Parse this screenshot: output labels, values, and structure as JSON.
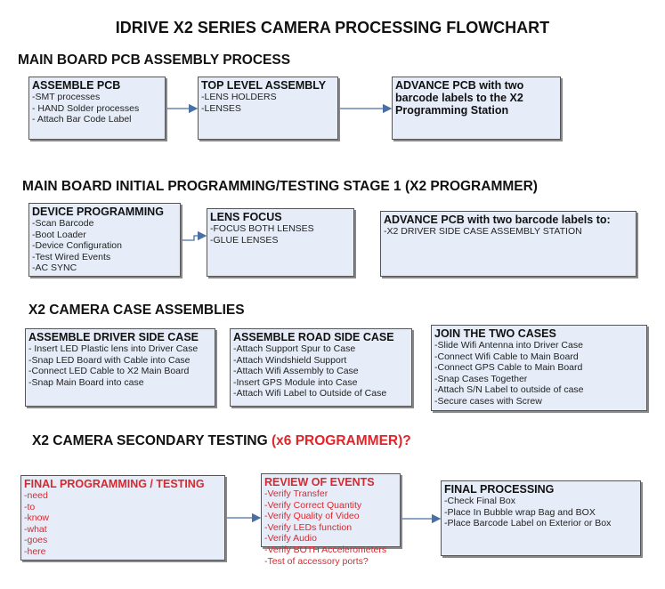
{
  "title": "IDRIVE X2  SERIES CAMERA PROCESSING FLOWCHART",
  "sections": [
    {
      "heading": "MAIN BOARD PCB ASSEMBLY PROCESS",
      "boxes": [
        {
          "title": "ASSEMBLE PCB",
          "items": [
            " -SMT processes",
            " - HAND Solder processes",
            "- Attach Bar Code Label"
          ]
        },
        {
          "title": "TOP LEVEL ASSEMBLY",
          "items": [
            "-LENS HOLDERS",
            "-LENSES"
          ]
        },
        {
          "title": "ADVANCE PCB with two barcode labels to the  X2 Programming Station",
          "items": []
        }
      ]
    },
    {
      "heading": "MAIN BOARD INITIAL PROGRAMMING/TESTING STAGE 1 (X2 PROGRAMMER)",
      "boxes": [
        {
          "title": "DEVICE PROGRAMMING",
          "items": [
            "-Scan Barcode",
            "-Boot Loader",
            "-Device Configuration",
            "-Test Wired Events",
            "-AC SYNC"
          ]
        },
        {
          "title": "LENS FOCUS",
          "items": [
            "-FOCUS BOTH LENSES",
            "-GLUE LENSES"
          ]
        },
        {
          "title": "ADVANCE PCB with two barcode labels to:",
          "items": [
            "-X2 DRIVER  SIDE  CASE  ASSEMBLY STATION"
          ]
        }
      ]
    },
    {
      "heading": "X2 CAMERA CASE ASSEMBLIES",
      "boxes": [
        {
          "title": "ASSEMBLE DRIVER SIDE CASE",
          "items": [
            "- Insert LED Plastic lens into Driver Case",
            "-Snap LED Board with Cable into Case",
            "-Connect LED Cable to X2 Main Board",
            "-Snap Main Board into case"
          ]
        },
        {
          "title": "ASSEMBLE ROAD SIDE CASE",
          "items": [
            "-Attach Support Spur to Case",
            "-Attach Windshield Support",
            "-Attach Wifi Assembly to Case",
            "-Insert GPS Module into Case",
            "-Attach Wifi Label to Outside of Case"
          ]
        },
        {
          "title": "JOIN THE TWO CASES",
          "items": [
            "-Slide Wifi Antenna into Driver Case",
            "-Connect Wifi Cable to Main Board",
            "-Connect GPS Cable to Main Board",
            "-Snap Cases Together",
            "-Attach S/N Label to outside of case",
            "-Secure cases with Screw"
          ]
        }
      ]
    },
    {
      "heading": "X2 CAMERA SECONDARY TESTING ",
      "heading_red": "(x6 PROGRAMMER)?",
      "boxes": [
        {
          "title": "FINAL PROGRAMMING / TESTING",
          "items": [
            "-need",
            "-to",
            "-know",
            "-what",
            "-goes",
            "-here"
          ]
        },
        {
          "title": "REVIEW OF EVENTS",
          "items": [
            "-Verify Transfer",
            "-Verify Correct Quantity",
            "-Verify Quality of Video",
            "-Verify LEDs function",
            "-Verify Audio",
            "-Verify BOTH Accelerometers",
            "-Test of accessory ports?"
          ]
        },
        {
          "title": "FINAL PROCESSING",
          "items": [
            " -Check Final Box",
            "-Place In Bubble wrap Bag and BOX",
            "-Place Barcode Label on Exterior or Box"
          ]
        }
      ]
    }
  ],
  "colors": {
    "box_fill": "#e6edf8",
    "red_text": "#d8282e",
    "arrow": "#4a6fa5"
  }
}
